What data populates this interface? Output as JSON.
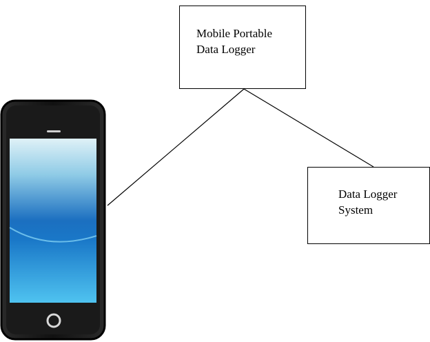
{
  "diagram": {
    "nodes": [
      {
        "id": "mobile-portable-data-logger",
        "lines": [
          "Mobile Portable",
          "Data Logger"
        ]
      },
      {
        "id": "data-logger-system",
        "lines": [
          "Data Logger",
          "System"
        ]
      },
      {
        "id": "smartphone",
        "icon": "smartphone-icon"
      }
    ],
    "edges": [
      {
        "from": "mobile-portable-data-logger",
        "to": "smartphone"
      },
      {
        "from": "mobile-portable-data-logger",
        "to": "data-logger-system"
      }
    ]
  },
  "colors": {
    "line": "#000000",
    "box_border": "#000000",
    "phone_body": "#111111",
    "screen_top": "#d8eef5",
    "screen_mid": "#1a78c8",
    "screen_bottom": "#4fc3f0"
  }
}
